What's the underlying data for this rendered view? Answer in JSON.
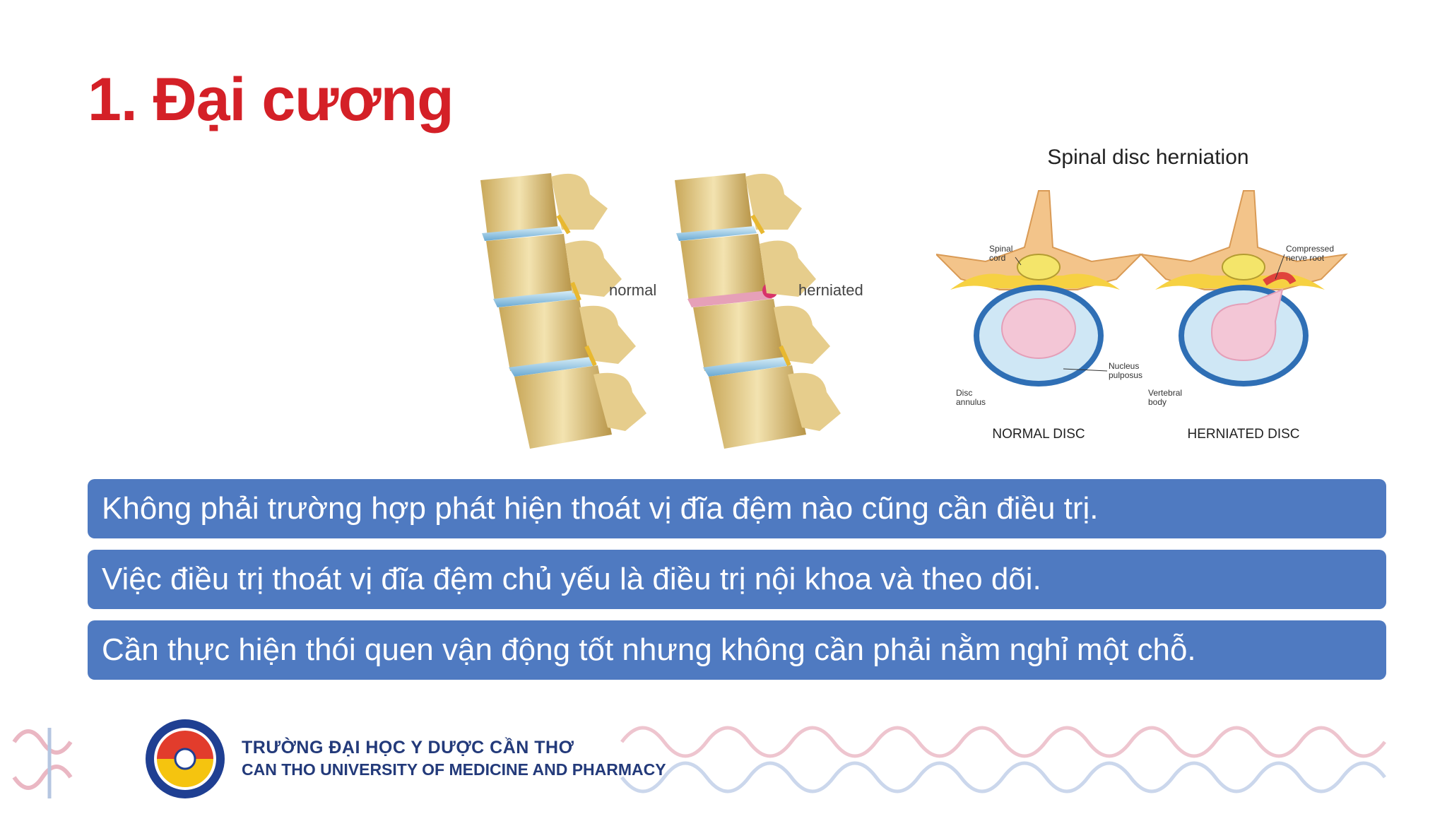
{
  "slide": {
    "title": "1. Đại cương"
  },
  "figure_left": {
    "label_normal": "normal",
    "label_herniated": "herniated"
  },
  "figure_right": {
    "title": "Spinal disc herniation",
    "labels": {
      "spinal_cord": [
        "Spinal",
        "cord"
      ],
      "compressed": [
        "Compressed",
        "nerve root"
      ],
      "nucleus": [
        "Nucleus",
        "pulposus"
      ],
      "annulus": [
        "Disc",
        "annulus"
      ],
      "vertebral": [
        "Vertebral",
        "body"
      ]
    },
    "caption_normal": "NORMAL DISC",
    "caption_herniated": "HERNIATED DISC"
  },
  "bullets": [
    "Không phải trường hợp phát hiện thoát vị đĩa đệm nào cũng cần điều trị.",
    "Việc điều trị thoát vị đĩa đệm chủ yếu là điều trị nội khoa và theo dõi.",
    "Cần thực hiện thói quen vận động tốt nhưng không cần phải nằm nghỉ một chỗ."
  ],
  "footer": {
    "school_vi": "TRƯỜNG ĐẠI HỌC Y DƯỢC CẦN THƠ",
    "school_en": "CAN THO UNIVERSITY OF MEDICINE AND PHARMACY"
  },
  "colors": {
    "title": "#d42027",
    "bullet_bg": "#4f7ac1",
    "school_text": "#233a7a"
  }
}
